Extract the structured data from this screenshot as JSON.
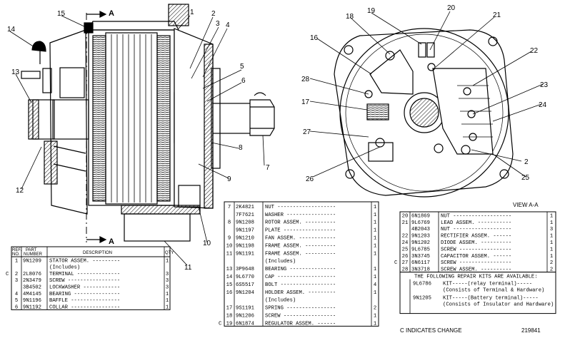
{
  "section_marks": {
    "a_top": "A",
    "a_bottom": "A"
  },
  "view_label": "VIEW A-A",
  "left_callouts": [
    "1",
    "2",
    "3",
    "4",
    "5",
    "6",
    "7",
    "8",
    "9",
    "10",
    "11",
    "12",
    "13",
    "14",
    "15"
  ],
  "right_callouts": [
    "2",
    "16",
    "17",
    "18",
    "19",
    "20",
    "21",
    "22",
    "23",
    "24",
    "25",
    "26",
    "27",
    "28"
  ],
  "headers": {
    "ref_no": "REF. NO.",
    "part_number": "PART NUMBER",
    "description": "DESCRIPTION",
    "qty": "QTY"
  },
  "table1": [
    {
      "c": "",
      "ref": "1",
      "part": "9N1209",
      "desc": "STATOR ASSEM.",
      "qty": "1"
    },
    {
      "c": "",
      "ref": "",
      "part": "",
      "desc": "(Includes)",
      "qty": ""
    },
    {
      "c": "C",
      "ref": "2",
      "part": "2L8076",
      "desc": "TERMINAL",
      "qty": "3"
    },
    {
      "c": "",
      "ref": "3",
      "part": "2N3479",
      "desc": "SCREW",
      "qty": "3"
    },
    {
      "c": "",
      "ref": "",
      "part": "3B4502",
      "desc": "LOCKWASHER",
      "qty": "3"
    },
    {
      "c": "",
      "ref": "4",
      "part": "4M4145",
      "desc": "BEARING",
      "qty": "1"
    },
    {
      "c": "",
      "ref": "5",
      "part": "9N1196",
      "desc": "BAFFLE",
      "qty": "1"
    },
    {
      "c": "",
      "ref": "6",
      "part": "9N1192",
      "desc": "COLLAR",
      "qty": "1"
    }
  ],
  "table2": [
    {
      "c": "",
      "ref": "7",
      "part": "2K4821",
      "desc": "NUT",
      "qty": "1"
    },
    {
      "c": "",
      "ref": "",
      "part": "7F7621",
      "desc": "WASHER",
      "qty": "1"
    },
    {
      "c": "",
      "ref": "8",
      "part": "9N1208",
      "desc": "ROTOR ASSEM.",
      "qty": "1"
    },
    {
      "c": "",
      "ref": "",
      "part": "9N1197",
      "desc": "PLATE",
      "qty": "1"
    },
    {
      "c": "",
      "ref": "9",
      "part": "9N1210",
      "desc": "FAN ASSEM.",
      "qty": "1"
    },
    {
      "c": "",
      "ref": "10",
      "part": "9N1198",
      "desc": "FRAME ASSEM.",
      "qty": "1"
    },
    {
      "c": "",
      "ref": "11",
      "part": "9N1191",
      "desc": "FRAME ASSEM.",
      "qty": "1"
    },
    {
      "c": "",
      "ref": "",
      "part": "",
      "desc": "(Includes)",
      "qty": ""
    },
    {
      "c": "",
      "ref": "13",
      "part": "3P9648",
      "desc": "BEARING",
      "qty": "1"
    },
    {
      "c": "",
      "ref": "14",
      "part": "9L6770",
      "desc": "CAP",
      "qty": "1"
    },
    {
      "c": "",
      "ref": "15",
      "part": "6S5517",
      "desc": "BOLT",
      "qty": "4"
    },
    {
      "c": "",
      "ref": "16",
      "part": "9N1204",
      "desc": "HOLDER ASSEM.",
      "qty": "1"
    },
    {
      "c": "",
      "ref": "",
      "part": "",
      "desc": "(Includes)",
      "qty": ""
    },
    {
      "c": "",
      "ref": "17",
      "part": "9S1191",
      "desc": "SPRING",
      "qty": "2"
    },
    {
      "c": "",
      "ref": "18",
      "part": "9N1206",
      "desc": "SCREW",
      "qty": "1"
    },
    {
      "c": "C",
      "ref": "19",
      "part": "6N1874",
      "desc": "REGULATOR ASSEM.",
      "qty": "1"
    }
  ],
  "table3": [
    {
      "c": "",
      "ref": "20",
      "part": "6N1869",
      "desc": "NUT",
      "qty": "1"
    },
    {
      "c": "",
      "ref": "21",
      "part": "9L6769",
      "desc": "LEAD ASSEM.",
      "qty": "1"
    },
    {
      "c": "",
      "ref": "",
      "part": "4B2043",
      "desc": "NUT",
      "qty": "3"
    },
    {
      "c": "",
      "ref": "22",
      "part": "9N1203",
      "desc": "RECTIFIER ASSEM.",
      "qty": "1"
    },
    {
      "c": "",
      "ref": "24",
      "part": "9N1202",
      "desc": "DIODE ASSEM.",
      "qty": "1"
    },
    {
      "c": "",
      "ref": "25",
      "part": "9L6785",
      "desc": "SCREW",
      "qty": "1"
    },
    {
      "c": "",
      "ref": "26",
      "part": "3N3745",
      "desc": "CAPACITOR ASSEM.",
      "qty": "1"
    },
    {
      "c": "C",
      "ref": "27",
      "part": "6N6117",
      "desc": "SCREW",
      "qty": "2"
    },
    {
      "c": "",
      "ref": "28",
      "part": "3N3718",
      "desc": "SCREW ASSEM.",
      "qty": "2"
    }
  ],
  "kits": {
    "intro": "THE FOLLOWING REPAIR KITS ARE AVAILABLE:",
    "items": [
      {
        "part": "9L6786",
        "name": "KIT",
        "detail": "(relay terminal)",
        "consists": "(Consists of Terminal & Hardware)"
      },
      {
        "part": "9N1205",
        "name": "KIT",
        "detail": "(Battery terminal)",
        "consists": "(Consists of Insulator and Hardware)"
      }
    ]
  },
  "footer": {
    "note": "C INDICATES CHANGE",
    "figure_number": "219841"
  }
}
